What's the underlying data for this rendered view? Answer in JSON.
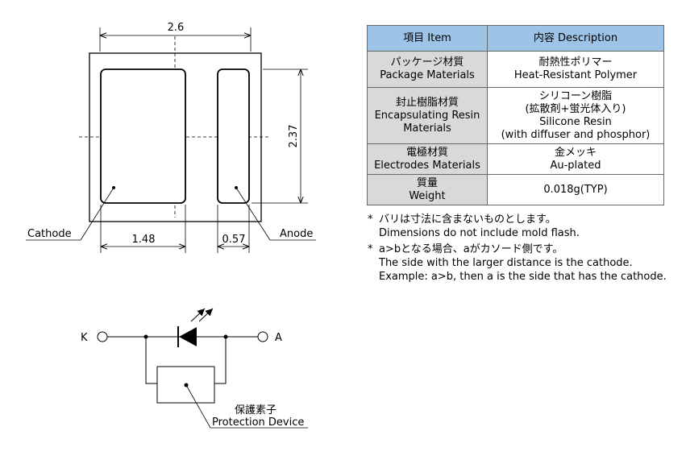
{
  "dimensions": {
    "width": "2.6",
    "height": "2.37",
    "cathode_width": "1.48",
    "anode_width": "0.57"
  },
  "labels": {
    "cathode": "Cathode",
    "anode": "Anode"
  },
  "circuit": {
    "k": "K",
    "a": "A",
    "protection_ja": "保護素子",
    "protection_en": "Protection Device"
  },
  "table": {
    "header_item": "項目 Item",
    "header_desc": "内容 Description",
    "rows": [
      {
        "item": [
          "パッケージ材質",
          "Package Materials"
        ],
        "desc": [
          "耐熱性ポリマー",
          "Heat-Resistant Polymer"
        ]
      },
      {
        "item": [
          "封止樹脂材質",
          "Encapsulating Resin",
          "Materials"
        ],
        "desc": [
          "シリコーン樹脂",
          "(拡散剤+蛍光体入り)",
          "Silicone Resin",
          "(with diffuser and phosphor)"
        ]
      },
      {
        "item": [
          "電極材質",
          "Electrodes Materials"
        ],
        "desc": [
          "金メッキ",
          "Au-plated"
        ]
      },
      {
        "item": [
          "質量",
          "Weight"
        ],
        "desc": [
          "0.018g(TYP)"
        ]
      }
    ]
  },
  "notes": [
    {
      "mark": "*",
      "lines": [
        "バリは寸法に含まないものとします。",
        "Dimensions do not include mold flash."
      ]
    },
    {
      "mark": "*",
      "lines": [
        "a>bとなる場合、aがカソード側です。",
        "The side with the larger distance is the cathode.",
        "Example: a>b, then a is the side that has the cathode."
      ]
    }
  ]
}
